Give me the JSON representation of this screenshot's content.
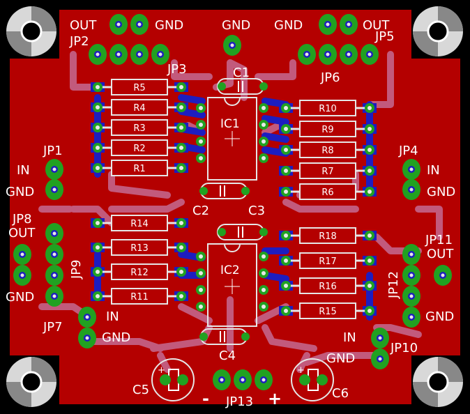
{
  "board": {
    "colors": {
      "background": "#000000",
      "copper_top": "#b40000",
      "trace": "#c25a7c",
      "pad": "#21a121",
      "via_ring": "#3ac03a",
      "bottom_trace": "#1d1dc0",
      "silk": "#e6e6e6",
      "hole": "#e8e8e8"
    },
    "labels": {
      "out_left": "OUT",
      "gnd_left_top": "GND",
      "jp2": "JP2",
      "jp3": "JP3",
      "gnd_center": "GND",
      "c1": "C1",
      "gnd_right_top": "GND",
      "out_right": "OUT",
      "jp5": "JP5",
      "jp6": "JP6",
      "ic1": "IC1",
      "ic2": "IC2",
      "jp1": "JP1",
      "in_left": "IN",
      "gnd_jp1": "GND",
      "jp4": "JP4",
      "in_right": "IN",
      "gnd_jp4": "GND",
      "c2": "C2",
      "c3": "C3",
      "jp8": "JP8",
      "out_jp8": "OUT",
      "jp9": "JP9",
      "gnd_jp8": "GND",
      "jp11": "JP11",
      "out_jp11": "OUT",
      "jp12": "JP12",
      "gnd_jp11": "GND",
      "jp7": "JP7",
      "in_jp7": "IN",
      "gnd_jp7": "GND",
      "in_jp10": "IN",
      "jp10": "JP10",
      "gnd_jp10": "GND",
      "c4": "C4",
      "c5": "C5",
      "c6": "C6",
      "jp13": "JP13",
      "minus": "-",
      "plus": "+"
    },
    "resistors_left_top": [
      "R5",
      "R4",
      "R3",
      "R2",
      "R1"
    ],
    "resistors_right_top": [
      "R10",
      "R9",
      "R8",
      "R7",
      "R6"
    ],
    "resistors_left_bottom": [
      "R14",
      "R13",
      "R12",
      "R11"
    ],
    "resistors_right_bottom": [
      "R18",
      "R17",
      "R16",
      "R15"
    ]
  }
}
